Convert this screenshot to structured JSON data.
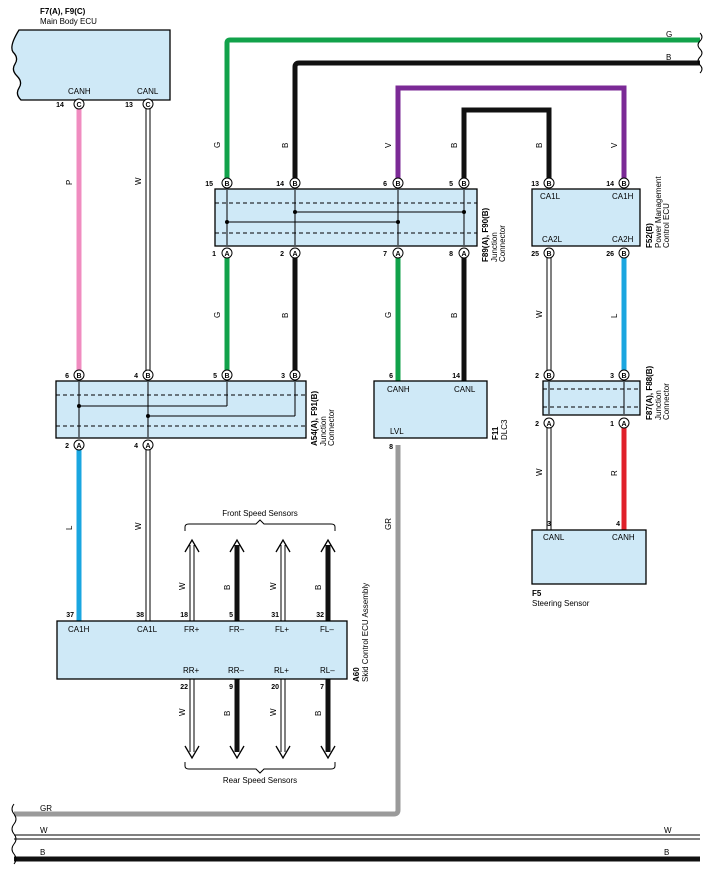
{
  "components": {
    "main_body_ecu": {
      "id": "F7(A), F9(C)",
      "name": "Main Body ECU",
      "pins": {
        "canh": "CANH",
        "canl": "CANL",
        "canh_no": "14",
        "canl_no": "13",
        "canh_conn": "C",
        "canl_conn": "C"
      }
    },
    "jc_f89": {
      "id": "F89(A), F90(B)",
      "name1": "Junction",
      "name2": "Connector",
      "top_pins": [
        {
          "no": "15",
          "c": "B"
        },
        {
          "no": "14",
          "c": "B"
        },
        {
          "no": "6",
          "c": "B"
        },
        {
          "no": "5",
          "c": "B"
        }
      ],
      "bottom_pins": [
        {
          "no": "1",
          "c": "A"
        },
        {
          "no": "2",
          "c": "A"
        },
        {
          "no": "7",
          "c": "A"
        },
        {
          "no": "8",
          "c": "A"
        }
      ]
    },
    "pm_ecu": {
      "id": "F52(B)",
      "name1": "Power Management",
      "name2": "Control ECU",
      "pins": [
        "CA1L",
        "CA1H",
        "CA2L",
        "CA2H"
      ],
      "top": [
        {
          "no": "13",
          "c": "B"
        },
        {
          "no": "14",
          "c": "B"
        }
      ],
      "bottom": [
        {
          "no": "25",
          "c": "B"
        },
        {
          "no": "26",
          "c": "B"
        }
      ]
    },
    "jc_a54": {
      "id": "A54(A), F91(B)",
      "name1": "Junction",
      "name2": "Connector",
      "top_pins": [
        {
          "no": "6",
          "c": "B"
        },
        {
          "no": "4",
          "c": "B"
        },
        {
          "no": "5",
          "c": "B"
        },
        {
          "no": "3",
          "c": "B"
        }
      ],
      "bottom_pins": [
        {
          "no": "2",
          "c": "A"
        },
        {
          "no": "4",
          "c": "A"
        }
      ]
    },
    "dlc3": {
      "id": "F11",
      "name": "DLC3",
      "pins": [
        "CANH",
        "CANL",
        "LVL"
      ],
      "nums": [
        "6",
        "14",
        "8"
      ]
    },
    "jc_f87": {
      "id": "F87(A), F88(B)",
      "name1": "Junction",
      "name2": "Connector",
      "top": [
        {
          "no": "2",
          "c": "B"
        },
        {
          "no": "3",
          "c": "B"
        }
      ],
      "bottom": [
        {
          "no": "2",
          "c": "A"
        },
        {
          "no": "1",
          "c": "A"
        }
      ]
    },
    "steering": {
      "id": "F5",
      "name": "Steering Sensor",
      "pins": [
        "CANL",
        "CANH"
      ],
      "nums": [
        "3",
        "4"
      ]
    },
    "skid": {
      "id": "A60",
      "name": "Skid Control ECU Assembly",
      "top_pins": [
        "CA1H",
        "CA1L",
        "FR+",
        "FR–",
        "FL+",
        "FL–"
      ],
      "top_nums": [
        "37",
        "38",
        "18",
        "5",
        "31",
        "32"
      ],
      "bottom_pins": [
        "RR+",
        "RR–",
        "RL+",
        "RL–"
      ],
      "bottom_nums": [
        "22",
        "9",
        "20",
        "7"
      ]
    }
  },
  "labels": {
    "front_sensors": "Front Speed Sensors",
    "rear_sensors": "Rear Speed Sensors"
  },
  "wire_colors": {
    "G": "G",
    "B": "B",
    "V": "V",
    "P": "P",
    "W": "W",
    "L": "L",
    "R": "R",
    "GR": "GR"
  },
  "colors": {
    "green": "#11a24a",
    "black": "#111111",
    "violet": "#7b2a96",
    "pink": "#f08cc0",
    "blue": "#1aa6e0",
    "red": "#e0202a",
    "gray": "#9a9a9a",
    "box": "#cfe9f7"
  }
}
